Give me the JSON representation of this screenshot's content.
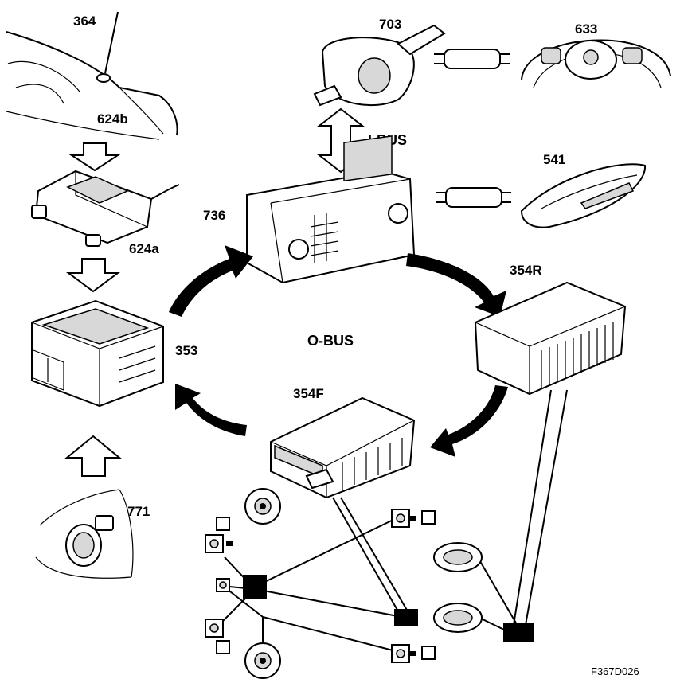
{
  "labels": {
    "l364": "364",
    "l624b": "624b",
    "l624a": "624a",
    "l703": "703",
    "l633": "633",
    "l541": "541",
    "l736": "736",
    "l354R": "354R",
    "l354F": "354F",
    "l353": "353",
    "l771": "771"
  },
  "buses": {
    "ibus": "I-BUS",
    "obus": "O-BUS"
  },
  "figure_code": "F367D026"
}
